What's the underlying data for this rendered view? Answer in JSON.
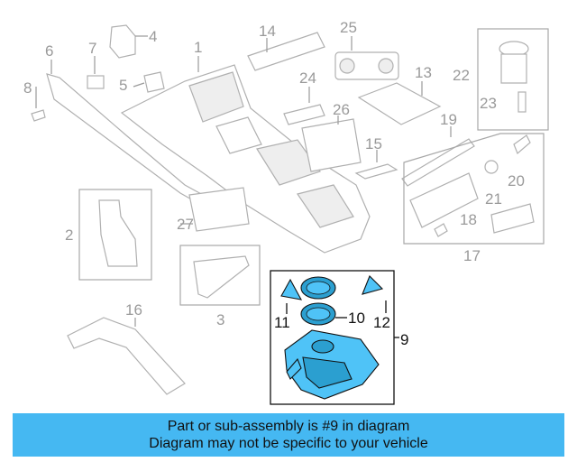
{
  "callouts": {
    "c1": "1",
    "c2": "2",
    "c3": "3",
    "c4": "4",
    "c5": "5",
    "c6": "6",
    "c7": "7",
    "c8": "8",
    "c9": "9",
    "c10": "10",
    "c11": "11",
    "c12": "12",
    "c13": "13",
    "c14": "14",
    "c15": "15",
    "c16": "16",
    "c17": "17",
    "c18": "18",
    "c19": "19",
    "c20": "20",
    "c21": "21",
    "c22": "22",
    "c23": "23",
    "c24": "24",
    "c25": "25",
    "c26": "26",
    "c27": "27"
  },
  "highlight_color": "#4fc3f7",
  "banner": {
    "line1": "Part or sub-assembly is #9 in diagram",
    "line2": "Diagram may not be specific to your vehicle",
    "color": "#45b8f2"
  }
}
